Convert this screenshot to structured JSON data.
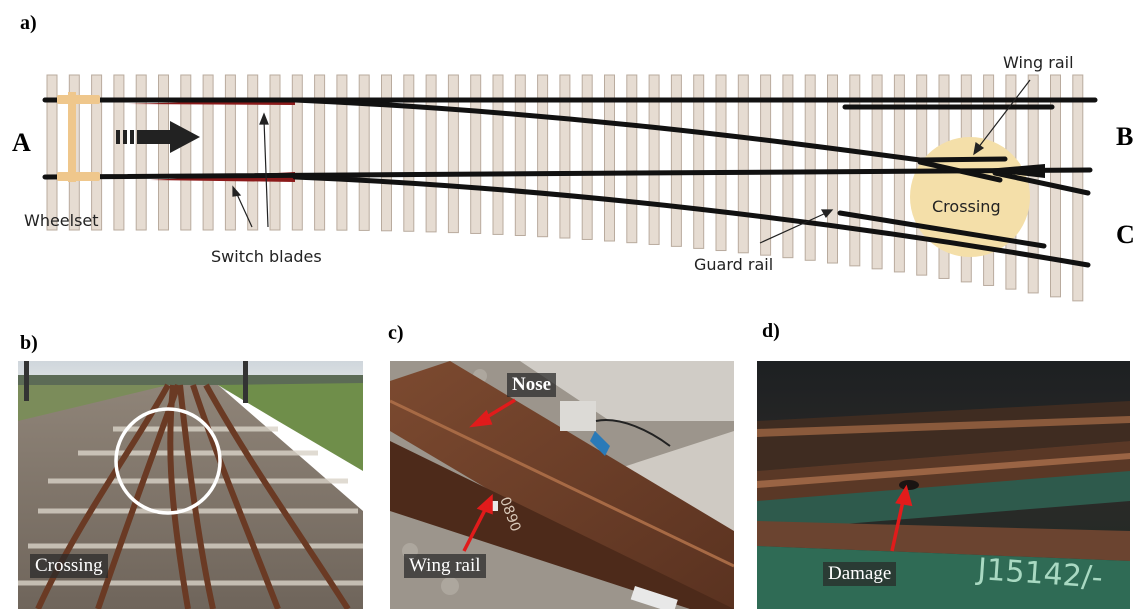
{
  "panels": {
    "a": {
      "label": "a)",
      "end_a": "A",
      "end_b": "B",
      "end_c": "C",
      "wheelset": "Wheelset",
      "switch_blades": "Switch blades",
      "guard_rail": "Guard rail",
      "wing_rail": "Wing rail",
      "crossing": "Crossing"
    },
    "b": {
      "label": "b)",
      "caption": "Crossing"
    },
    "c": {
      "label": "c)",
      "nose": "Nose",
      "wing_rail": "Wing rail"
    },
    "d": {
      "label": "d)",
      "damage": "Damage"
    }
  },
  "colors": {
    "sleeper": "#e6dcd2",
    "sleeper_edge": "#b9ab9e",
    "rail": "#111111",
    "switch_blade": "#8b1a1a",
    "wheelset": "#efc78c",
    "crossing_zone": "#f4dfa9",
    "arrow_annotation": "#e11b1b"
  }
}
